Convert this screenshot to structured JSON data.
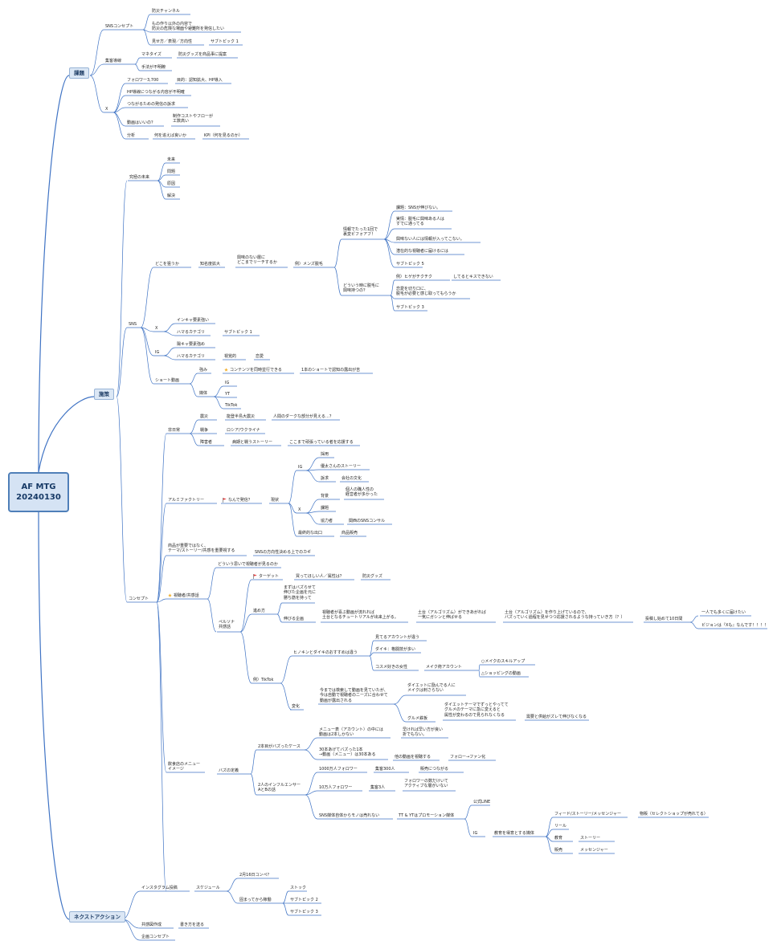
{
  "root": {
    "line1": "AF MTG",
    "line2": "20240130"
  },
  "branches": {
    "kadai": "課題",
    "housaku": "施策",
    "next": "ネクストアクション"
  },
  "nodes": {
    "a1": "SNSコンセプト",
    "a2": "防災チャンネル",
    "a3": "もの作り以外の内容で",
    "a3b": "防災の危険な場面や避難所を発信したい",
    "a4": "見せ方／表現／方向性",
    "a5": "サブトピック 1",
    "a6": "集客導線",
    "a7": "マネタイズ",
    "a8": "防災グッズを商品事に提案",
    "a9": "手法が不明瞭",
    "a10": "X",
    "a11": "フォロワー3,700",
    "a12": "目的：認知拡大、HP導入",
    "a13": "HP導線につながる内容が不明確",
    "a14": "つながるための発信の訴求",
    "a15": "動画はいいの？",
    "a16": "制作コストやフローが",
    "a16b": "工数高い",
    "a17": "分析",
    "a18": "何を追えば良いか",
    "a19": "KPI（何を見るのか）",
    "b1": "究極の未来",
    "b2": "未来",
    "b3": "問題",
    "b4": "原因",
    "b5": "解決",
    "b6": "SNS",
    "b7": "どこを狙うか",
    "b8": "知名度拡大",
    "b9": "興味のない層に",
    "b9b": "どこまでリーチするか",
    "b10": "例）メンズ脱毛",
    "b11": "情報でたった1回で",
    "b11b": "裏変ビフォアフ！",
    "b12": "課題：SNSが伸びない。",
    "b13": "実情：脱毛に興味ある人は",
    "b13b": "すでに通ってる",
    "b14": "興味ない人には情報が入ってこない。",
    "b15": "潜在的な視聴者に届けるには",
    "b16": "サブトピック 5",
    "b17": "どういう時に脱毛に",
    "b17b": "興味持つの？",
    "b18": "例）ヒゲがチクチク",
    "b19": "してるとキスできない",
    "b20": "恋愛を切り口に、",
    "b20b": "脱毛が必要と感じ取ってもらうか",
    "b21": "サブトピック 3",
    "b22": "X",
    "b23": "インキャ要素強い",
    "b24": "ハマるカテゴリ",
    "b25": "サブトピック 1",
    "b26": "IG",
    "b27": "陽キャ要素強め",
    "b28": "ハマるカテゴリ",
    "b29": "視覚的",
    "b30": "恋愛",
    "b31": "ショート動画",
    "b32": "強み",
    "b33": "コンテンツを同時並行できる",
    "b34": "1本のショートで認知の露出が吉",
    "b35": "媒体",
    "b36": "IG",
    "b37": "YT",
    "b38": "TikTok",
    "c1": "コンセプト",
    "c2": "非日常",
    "c3": "震災",
    "c4": "能登半島大震災",
    "c5": "人間のダークな部分が見える…？",
    "c6": "戦争",
    "c7": "ロシア/ウクライナ",
    "c8": "障害者",
    "c9": "病期と戦うストーリー",
    "c10": "ここまで頑張っている者を応援する",
    "c11": "アルミファクトリー",
    "c12": "なんで発信？",
    "c13": "現状",
    "c14": "IG",
    "c15": "採用",
    "c16": "優太さんのストーリー",
    "c17": "訴求",
    "c18": "会社の文化",
    "c19": "X",
    "c20": "背景",
    "c21": "個人の職人性の",
    "c21b": "経営者が多かった",
    "c22": "課題",
    "c23": "協力者",
    "c24": "関西のSNSコンサル",
    "c25": "最終的な出口",
    "c26": "商品販売",
    "c27": "商品が重要ではなく、",
    "c27b": "テーマ/ストーリー/共感を重要視する",
    "c28": "SNSの方向性決める上でのカギ",
    "c29": "視聴者/共感話",
    "c30": "どういう思いで視聴者が見るのか",
    "c31": "ペルソナ",
    "c31b": "共感話",
    "c32": "ターゲット",
    "c33": "買ってほしい人／属性は？",
    "c34": "防災グッズ",
    "c35": "進め方",
    "c36": "まずはバズらせて",
    "c36b": "伸びた企画を元に",
    "c36c": "勝ち筋を持って",
    "c37": "伸びる企画",
    "c38": "視聴者が喜ぶ動画が流れれば",
    "c38b": "土台となるチュートリアルが出来上がる。",
    "c39": "土台（アルゴリズム）ができあがれば",
    "c39b": "一気にガシンと伸ばせる",
    "c40": "土台（アルゴリズム）を作り上げているので、",
    "c40b": "バズっていく過程を見せつつ応援されるような持っていき方（？）",
    "c41": "投稿し始めて10日間",
    "c42": "一人でも多くに届けたい",
    "c43": "ビジョンは『Xも』なんです！！！！",
    "c44": "例）TikTok",
    "c45": "ヒノキンとダイキのおすすめは違う",
    "c46": "見てるアカウントが違う",
    "c47": "ダイキ：格闘技が多い",
    "c48": "コスメ好きの女性",
    "c49": "メイク術アカウント",
    "c50": "○メイクのスキルアップ",
    "c51": "△ショッピングの動画",
    "c52": "変化",
    "c53": "今までは検索して動画を見ていたが、",
    "c53b": "今は自動で視聴者のニーズに合わせて",
    "c53c": "動画が露出される",
    "c54": "ダイエットに励んでる人に",
    "c54b": "メイクは刺さらない",
    "c55": "グルメ鉄板",
    "c56": "ダイエットテーマでずっとやってて",
    "c56b": "グルメのテーマに急に変えると",
    "c56c": "属性が変わるので見られなくなる",
    "c57": "需要と供給がズレて伸びなくなる",
    "c58": "飲食店のメニュー",
    "c58b": "イメージ",
    "c59": "バズの定義",
    "c60": "2本目がバズったケース",
    "c61": "メニュー表（アカウント）の中には",
    "c61b": "動画は2本しかない",
    "c62": "早ければ早い方が良い",
    "c62b": "折でもない。",
    "c63": "30本あげてバズった1本",
    "c63b": "→動画（メニュー）は30本ある",
    "c64": "他の動画を視聴する",
    "c65": "フォロー→ファン化",
    "c66": "2人のインフルエンサー",
    "c66b": "AとBの話",
    "c67": "1000万人フォロワー",
    "c68": "集客300人",
    "c69": "販売につながる",
    "c70": "10万人フォロワー",
    "c71": "集客3人",
    "c72": "フォロワーの数だけいて",
    "c72b": "アクティブな層がいない",
    "c73": "SNS媒体自体からモノは売れない",
    "c74": "TT & YTはプロモーション媒体",
    "c75": "公式LINE",
    "c76": "IG",
    "c77": "教育を得意とする媒体",
    "c78": "フィード/ストーリー/メッセンジャー",
    "c79": "物販（セレクトショップが売れてる）",
    "c80": "リール",
    "c81": "教育",
    "c82": "ストーリー",
    "c83": "販売",
    "c84": "メッセンジャー",
    "d1": "インスタグラム投稿",
    "d2": "スケジュール",
    "d3": "2月16日コンペ？",
    "d4": "固まってから稼働",
    "d5": "ストック",
    "d6": "サブトピック 2",
    "d7": "サブトピック 3",
    "d8": "共感図作成",
    "d9": "書き方を送る",
    "d10": "企画コンセプト"
  },
  "colors": {
    "line": "#3f73c4",
    "flag": "#e23b3b",
    "star": "#f2b233"
  },
  "icons": {
    "flag": "flag-icon",
    "star": "star-icon"
  }
}
